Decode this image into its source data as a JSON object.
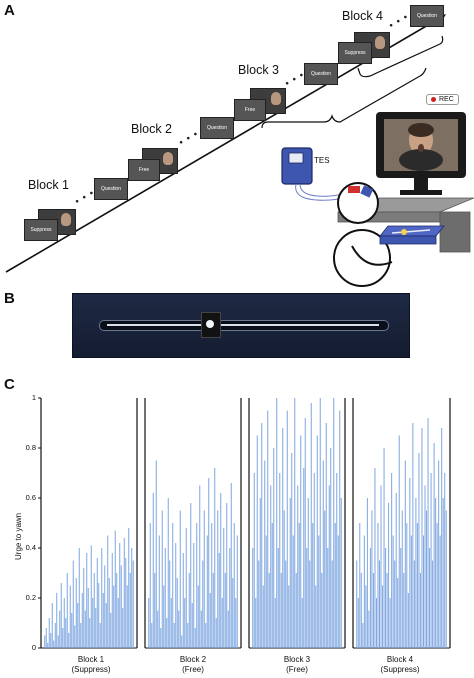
{
  "panels": {
    "a": "A",
    "b": "B",
    "c": "C"
  },
  "panel_a": {
    "blocks": [
      "Block 1",
      "Block 2",
      "Block 3",
      "Block 4"
    ],
    "frames": {
      "b1_suppress": "Suppress",
      "b1_question": "Question",
      "b2_free": "Free",
      "b2_question": "Question",
      "b3_free": "Free",
      "b3_question": "Question",
      "b4_suppress": "Suppress",
      "b4_question": "Question"
    },
    "tes_label": "TES",
    "rec_label": "REC"
  },
  "chart_data": {
    "type": "bar",
    "ylabel": "Urge to yawn",
    "ylim": [
      0,
      1
    ],
    "yticks": [
      "0",
      "0.2",
      "0.4",
      "0.6",
      "0.8",
      "1"
    ],
    "blocks": [
      {
        "label_line1": "Block 1",
        "label_line2": "(Suppress)",
        "values": [
          0.05,
          0.08,
          0.02,
          0.12,
          0.06,
          0.18,
          0.03,
          0.1,
          0.22,
          0.05,
          0.15,
          0.26,
          0.08,
          0.2,
          0.12,
          0.3,
          0.06,
          0.25,
          0.14,
          0.35,
          0.09,
          0.28,
          0.18,
          0.4,
          0.1,
          0.22,
          0.32,
          0.15,
          0.38,
          0.24,
          0.12,
          0.41,
          0.2,
          0.3,
          0.16,
          0.36,
          0.26,
          0.1,
          0.4,
          0.22,
          0.33,
          0.18,
          0.45,
          0.28,
          0.14,
          0.38,
          0.25,
          0.47,
          0.3,
          0.2,
          0.42,
          0.33,
          0.16,
          0.44,
          0.36,
          0.25,
          0.48,
          0.3,
          0.4,
          0.35
        ]
      },
      {
        "label_line1": "Block 2",
        "label_line2": "(Free)",
        "values": [
          0.2,
          0.5,
          0.1,
          0.62,
          0.3,
          0.75,
          0.15,
          0.45,
          0.08,
          0.55,
          0.25,
          0.4,
          0.12,
          0.6,
          0.35,
          0.2,
          0.5,
          0.1,
          0.42,
          0.28,
          0.15,
          0.55,
          0.05,
          0.38,
          0.2,
          0.48,
          0.1,
          0.3,
          0.58,
          0.18,
          0.42,
          0.08,
          0.5,
          0.25,
          0.65,
          0.15,
          0.35,
          0.55,
          0.1,
          0.45,
          0.68,
          0.22,
          0.5,
          0.3,
          0.72,
          0.12,
          0.55,
          0.38,
          0.62,
          0.2,
          0.48,
          0.3,
          0.58,
          0.15,
          0.4,
          0.66,
          0.28,
          0.5,
          0.2,
          0.45
        ]
      },
      {
        "label_line1": "Block 3",
        "label_line2": "(Free)",
        "values": [
          0.4,
          0.7,
          0.2,
          0.85,
          0.35,
          0.6,
          0.9,
          0.25,
          0.75,
          0.45,
          0.95,
          0.3,
          0.65,
          0.5,
          0.8,
          0.2,
          1.0,
          0.4,
          0.7,
          0.3,
          0.88,
          0.55,
          0.35,
          0.95,
          0.25,
          0.6,
          0.78,
          0.45,
          1.0,
          0.3,
          0.65,
          0.5,
          0.85,
          0.2,
          0.72,
          0.92,
          0.4,
          0.6,
          0.35,
          0.98,
          0.5,
          0.7,
          0.25,
          0.85,
          0.45,
          1.0,
          0.3,
          0.75,
          0.55,
          0.9,
          0.4,
          0.65,
          0.8,
          0.35,
          1.0,
          0.5,
          0.7,
          0.45,
          0.95,
          0.6
        ]
      },
      {
        "label_line1": "Block 4",
        "label_line2": "(Suppress)",
        "values": [
          0.35,
          0.2,
          0.5,
          0.3,
          0.1,
          0.45,
          0.25,
          0.6,
          0.15,
          0.4,
          0.55,
          0.3,
          0.72,
          0.2,
          0.5,
          0.35,
          0.65,
          0.25,
          0.8,
          0.4,
          0.3,
          0.58,
          0.2,
          0.7,
          0.45,
          0.35,
          0.62,
          0.28,
          0.85,
          0.4,
          0.55,
          0.3,
          0.75,
          0.5,
          0.22,
          0.68,
          0.45,
          0.9,
          0.35,
          0.6,
          0.5,
          0.78,
          0.3,
          0.88,
          0.45,
          0.65,
          0.55,
          0.92,
          0.4,
          0.7,
          0.35,
          0.82,
          0.6,
          0.5,
          0.75,
          0.45,
          0.88,
          0.6,
          0.7,
          0.55
        ]
      }
    ],
    "color": "#7ea6e0"
  }
}
